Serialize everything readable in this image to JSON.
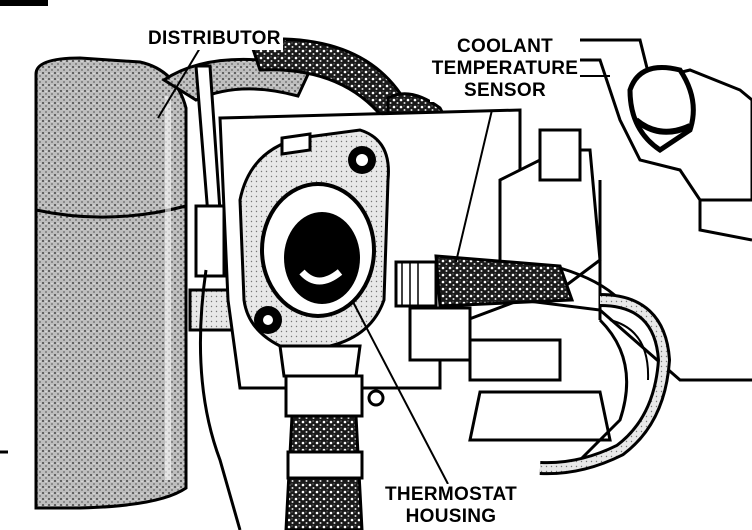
{
  "labels": {
    "distributor": "DISTRIBUTOR",
    "coolant_line1": "COOLANT",
    "coolant_line2": "TEMPERATURE",
    "coolant_line3": "SENSOR",
    "thermostat_line1": "THERMOSTAT",
    "thermostat_line2": "HOUSING"
  },
  "colors": {
    "ink": "#000000",
    "paper": "#ffffff"
  }
}
